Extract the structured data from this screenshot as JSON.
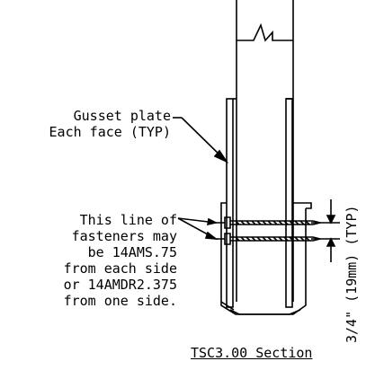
{
  "labels": {
    "gusset_line1": "Gusset plate",
    "gusset_line2": "Each face (TYP)",
    "fastener_lines": [
      "This line of",
      "fasteners may",
      "be 14AMS.75",
      "from each side",
      "or 14AMDR2.375",
      "from one side."
    ],
    "dimension": "3/4\" (19mm) (TYP)",
    "caption": "TSC3.00 Section"
  }
}
